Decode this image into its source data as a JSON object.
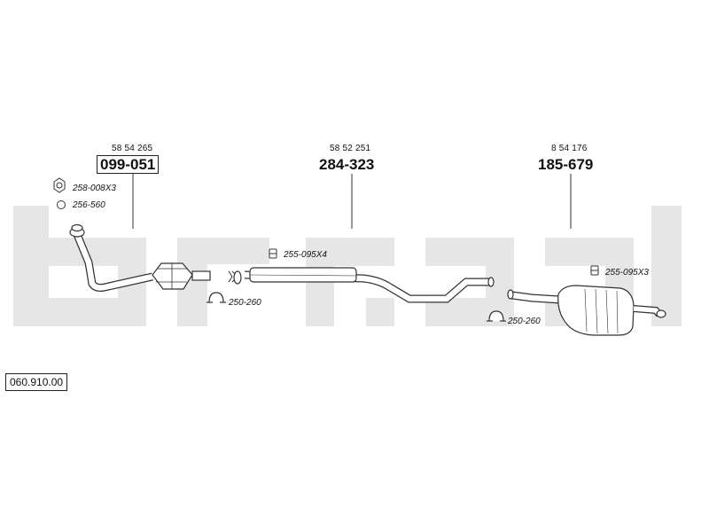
{
  "reference": "060.910.00",
  "parts": [
    {
      "oem": "58 54 265",
      "part": "099-051"
    },
    {
      "oem": "58 52 251",
      "part": "284-323"
    },
    {
      "oem": "8 54 176",
      "part": "185-679"
    }
  ],
  "accessories": [
    {
      "code": "258-008X3",
      "icon": "nut-icon"
    },
    {
      "code": "256-560",
      "icon": "ring-icon"
    },
    {
      "code": "255-095X4",
      "icon": "bolt-icon"
    },
    {
      "code": "250-260",
      "icon": "clamp-icon"
    },
    {
      "code": "255-095X3",
      "icon": "bolt-icon"
    },
    {
      "code": "250-260",
      "icon": "clamp-icon"
    }
  ],
  "colors": {
    "watermark": "#e6e6e6",
    "line": "#333333",
    "pipe_fill": "#ffffff"
  }
}
